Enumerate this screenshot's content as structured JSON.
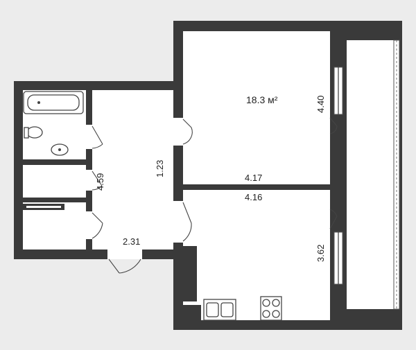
{
  "rooms": {
    "main_area": "18.3 м²"
  },
  "dimensions": {
    "room_height": "4.40",
    "room_width_top": "4.17",
    "room_width_bottom": "4.16",
    "kitchen_height": "3.62",
    "hall_length": "4.59",
    "hall_width": "2.31",
    "corridor_gap": "1.23"
  }
}
